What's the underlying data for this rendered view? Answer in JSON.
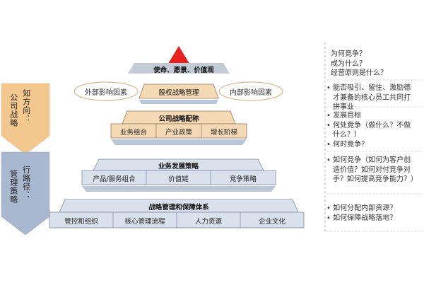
{
  "left": {
    "top_label": "公司战略",
    "top_sub": "方向：",
    "top_sub2": "知",
    "bottom_label": "管理策略",
    "bottom_sub": "路径：",
    "bottom_sub2": "行"
  },
  "pyramid": {
    "mission": "使命、愿景、价值观",
    "outer_factor": "外部影响因素",
    "inner_factor": "内部影响因素",
    "level1": "股权战略管理",
    "level2": {
      "title": "公司战略配称",
      "cells": [
        "业务组合",
        "产业政策",
        "增长阶梯"
      ]
    },
    "level3": {
      "title": "业务发展策略",
      "cells": [
        "产品/服务组合",
        "价值链",
        "竞争策略"
      ]
    },
    "level4": {
      "title": "战略管理和保障体系",
      "cells": [
        "管控和组织",
        "核心管理流程",
        "人力资源",
        "企业文化"
      ]
    }
  },
  "right": {
    "block1": [
      "为何竞争？",
      "成为什么？",
      "经营原则是什么？"
    ],
    "block2": [
      "能否吸引、留住、激励德",
      "才兼备的核心员工共同打",
      "拼事业"
    ],
    "block3": [
      "发展目标",
      "何处竞争（做什么？不做",
      "什么？）",
      "何时竞争？"
    ],
    "block4": [
      "如何竞争（如何为客户创",
      "造价值？如何对付竞争对",
      "手？如何提高竞争能力？）"
    ],
    "block5": [
      "如何分配内部资源？",
      "如何保障战略落地？"
    ]
  },
  "colors": {
    "peak": "#e8211e",
    "tan": "#f5d8b4",
    "blue_band": "#b9c6d8",
    "blue_light": "#d9e1ed",
    "left_top": "#f3c88f",
    "left_bottom": "#a9b8ce"
  }
}
